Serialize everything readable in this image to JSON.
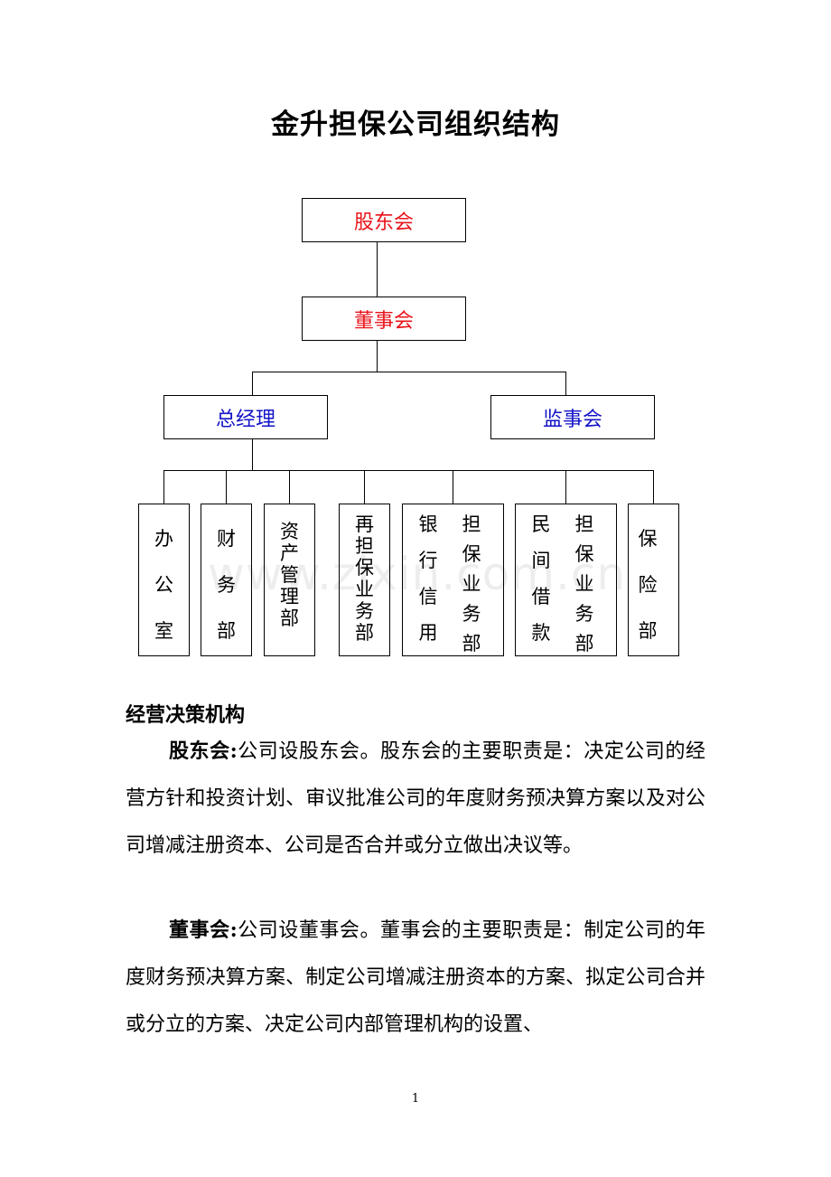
{
  "title": "金升担保公司组织结构",
  "org": {
    "shareholders": "股东会",
    "board": "董事会",
    "gm": "总经理",
    "supervisors": "监事会",
    "depts": [
      {
        "cols": [
          [
            "办",
            "公",
            "室"
          ]
        ]
      },
      {
        "cols": [
          [
            "财",
            "务",
            "部"
          ]
        ]
      },
      {
        "cols": [
          [
            "资",
            "产",
            "管",
            "理",
            "部"
          ]
        ]
      },
      {
        "cols": [
          [
            "再",
            "担",
            "保",
            "业",
            "务",
            "部"
          ]
        ]
      },
      {
        "cols": [
          [
            "银",
            "行",
            "信",
            "用"
          ],
          [
            "担",
            "保",
            "业",
            "务",
            "部"
          ]
        ]
      },
      {
        "cols": [
          [
            "民",
            "间",
            "借",
            "款"
          ],
          [
            "担",
            "保",
            "业",
            "务",
            "部"
          ]
        ]
      },
      {
        "cols": [
          [
            "保",
            "险",
            "部"
          ]
        ]
      }
    ]
  },
  "watermark": "www.zixin.com.cn",
  "section_title": "经营决策机构",
  "paragraphs": [
    {
      "label": "股东会:",
      "text": "公司设股东会。股东会的主要职责是：决定公司的经营方针和投资计划、审议批准公司的年度财务预决算方案以及对公司增减注册资本、公司是否合并或分立做出决议等。"
    },
    {
      "label": "董事会:",
      "text": "公司设董事会。董事会的主要职责是：制定公司的年度财务预决算方案、制定公司增减注册资本的方案、拟定公司合并或分立的方案、决定公司内部管理机构的设置、"
    }
  ],
  "page_number": "1"
}
